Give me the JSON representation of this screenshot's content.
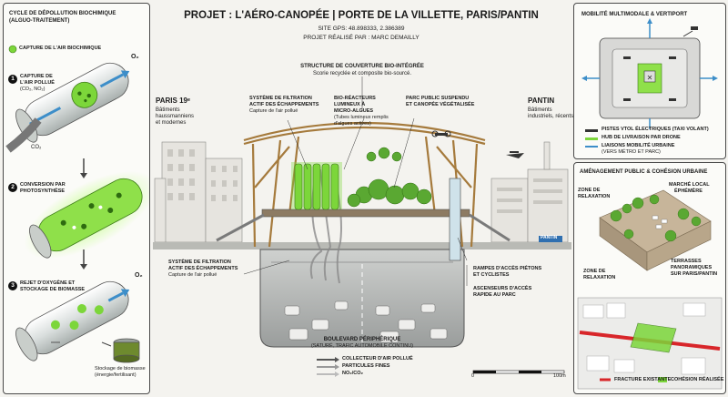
{
  "title": {
    "main": "PROJET : L'AÉRO-CANOPÉE | PORTE DE LA VILLETTE, PARIS/PANTIN",
    "gps": "SITE GPS: 48.898333, 2.386389",
    "author": "PROJET RÉALISÉ PAR : MARC DEMAILLY"
  },
  "left_panel": {
    "title_line1": "CYCLE DE DÉPOLLUTION BIOCHIMIQUE",
    "title_line2": "(ALGUO-TRAITEMENT)",
    "legend": "CAPTURE DE L'AIR BIOCHIMIQUE",
    "step1_num": "1",
    "step1_l1": "CAPTURE DE",
    "step1_l2": "L'AIR POLLUÉ",
    "step1_l3": "(CO₂, NO₂)",
    "o2_top": "O₂",
    "co2": "CO₂",
    "step2_num": "2",
    "step2_l1": "CONVERSION PAR",
    "step2_l2": "PHOTOSYNTHÈSE",
    "step3_num": "3",
    "step3_l1": "REJET D'OXYGÈNE ET",
    "step3_l2": "STOCKAGE DE BIOMASSE",
    "o2_bottom": "O₂",
    "biomass_l1": "Stockage de biomasse",
    "biomass_l2": "(énergie/fertilisant)"
  },
  "center": {
    "structure_l1": "STRUCTURE DE COUVERTURE BIO-INTÉGRÉE",
    "structure_l2": "Scorie recyclée et composite bio-sourcé.",
    "paris_title": "PARIS 19ᵉ",
    "paris_l1": "Bâtiments",
    "paris_l2": "haussmanniens",
    "paris_l3": "et modernes",
    "filter_top_l1": "SYSTÈME DE FILTRATION",
    "filter_top_l2": "ACTIF DES ÉCHAPPEMENTS",
    "filter_top_l3": "Capture de l'air pollué",
    "bio_l1": "BIO-RÉACTEURS",
    "bio_l2": "LUMINEUX À",
    "bio_l3": "MICRO-ALGUES",
    "bio_l4": "(Tubes lumineux remplis",
    "bio_l5": "d'algues actives)",
    "park_l1": "PARC PUBLIC SUSPENDU",
    "park_l2": "ET CANOPÉE VÉGÉTALISÉE",
    "pantin_title": "PANTIN",
    "pantin_l1": "Bâtiments",
    "pantin_l2": "industriels, récents",
    "pantin_sign": "PANTIN",
    "filter_bot_l1": "SYSTÈME DE FILTRATION",
    "filter_bot_l2": "ACTIF DES ÉCHAPPEMENTS",
    "filter_bot_l3": "Capture de l'air pollué",
    "ramps_l1": "RAMPES D'ACCÈS PIÉTONS",
    "ramps_l2": "ET CYCLISTES",
    "lift_l1": "ASCENSEURS D'ACCÈS",
    "lift_l2": "RAPIDE AU PARC",
    "blvd_l1": "BOULEVARD PÉRIPHÉRIQUE",
    "blvd_l2": "(SATURÉ, TRAFIC AUTOMOBILE CONTINU)",
    "leg_collector": "COLLECTEUR D'AIR POLLUÉ",
    "leg_particles": "PARTICULES FINES",
    "leg_gases": "NO₂/CO₂",
    "scale_0": "0",
    "scale_100": "100m"
  },
  "right_top": {
    "title": "MOBILITÉ MULTIMODALE & VERTIPORT",
    "leg1": "PISTES VTOL ÉLECTRIQUES (TAXI VOLANT)",
    "leg2": "HUB DE LIVRAISON PAR DRONE",
    "leg3_l1": "LIAISONS MOBILITÉ URBAINE",
    "leg3_l2": "(VERS MÉTRO ET PARC)"
  },
  "right_bottom": {
    "title": "AMÉNAGEMENT PUBLIC & COHÉSION URBAINE",
    "zone1_l1": "ZONE DE",
    "zone1_l2": "RELAXATION",
    "market_l1": "MARCHÉ LOCAL",
    "market_l2": "ÉPHÉMÈRE",
    "zone2_l1": "ZONE DE",
    "zone2_l2": "RELAXATION",
    "terr_l1": "TERRASSES",
    "terr_l2": "PANORAMIQUES",
    "terr_l3": "SUR PARIS/PANTIN",
    "fracture": "FRACTURE EXISTANTE",
    "cohesion": "COHÉSION RÉALISÉE"
  },
  "colors": {
    "algae_green": "#7cd63a",
    "park_green": "#5aa832",
    "fracture_red": "#d8262a",
    "flow_blue": "#3d8ec9",
    "ink": "#1a1a1a"
  }
}
